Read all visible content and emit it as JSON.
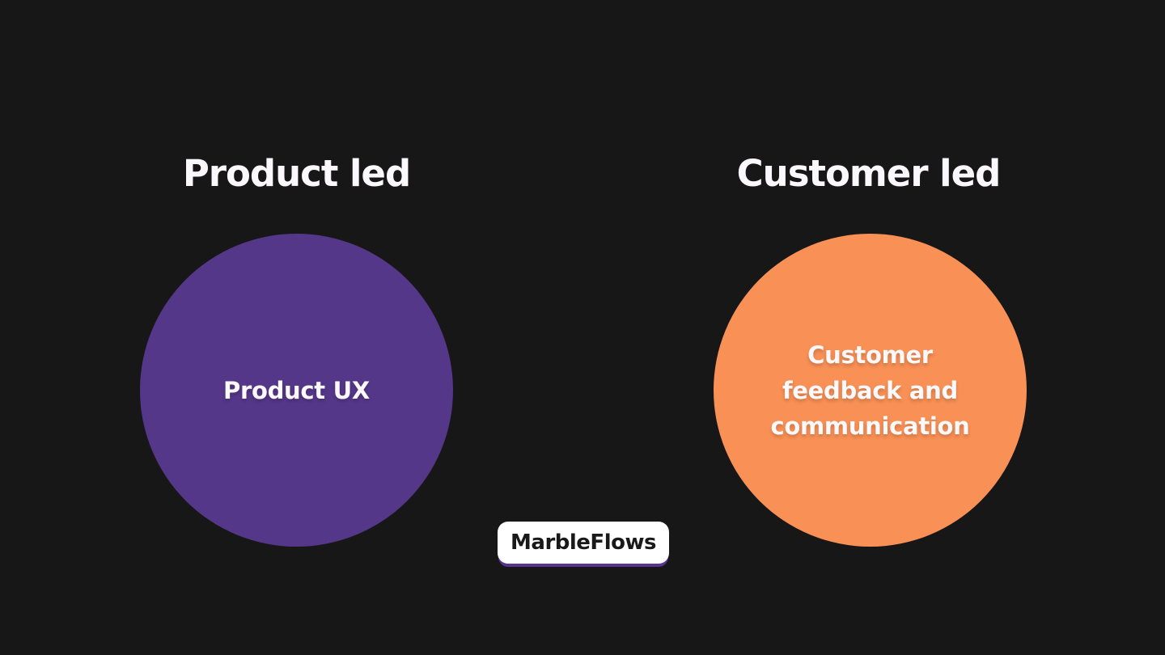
{
  "slide": {
    "background_color": "#171717",
    "left": {
      "heading": "Product led",
      "circle": {
        "label": "Product UX",
        "color": "#553789",
        "text_color": "#FBF9FC"
      }
    },
    "right": {
      "heading": "Customer led",
      "circle": {
        "label": "Customer feedback and communication",
        "lines": [
          "Customer",
          "feedback and",
          "communication"
        ],
        "color": "#F99055",
        "text_color": "#FBF9FC"
      }
    },
    "badge": {
      "label": "MarbleFlows",
      "background_color": "#FFFFFF",
      "text_color": "#191919",
      "shadow_color": "#5A3390"
    }
  }
}
